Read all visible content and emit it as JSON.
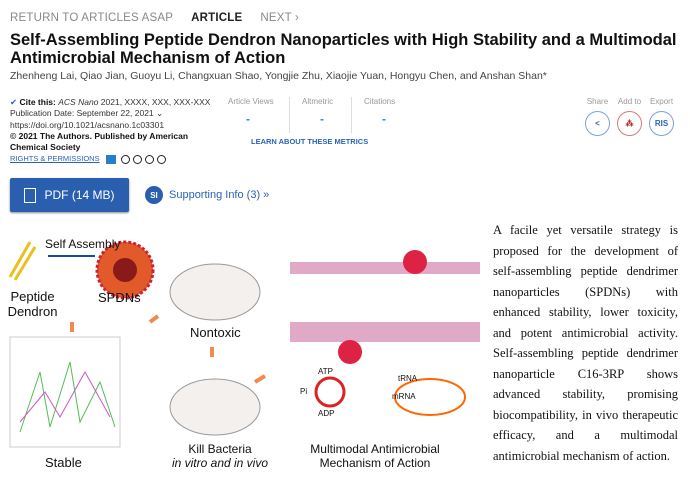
{
  "nav": {
    "back": "RETURN TO ARTICLES ASAP",
    "current": "ARTICLE",
    "next": "NEXT"
  },
  "title": "Self-Assembling Peptide Dendron Nanoparticles with High Stability and a Multimodal Antimicrobial Mechanism of Action",
  "authors": "Zhenheng Lai, Qiao Jian, Guoyu Li, Changxuan Shao, Yongjie Zhu, Xiaojie Yuan, Hongyu Chen, and Anshan Shan*",
  "cite": {
    "label": "Cite this:",
    "journal": "ACS Nano",
    "ref": "2021, XXXX, XXX, XXX-XXX",
    "pubdate": "Publication Date: September 22, 2021",
    "doi": "https://doi.org/10.1021/acsnano.1c03301",
    "copyright": "© 2021 The Authors. Published by American Chemical Society",
    "rights": "RIGHTS & PERMISSIONS"
  },
  "metrics": [
    {
      "label": "Article Views",
      "value": "-"
    },
    {
      "label": "Altmetric",
      "value": "-"
    },
    {
      "label": "Citations",
      "value": "-"
    }
  ],
  "learn": "LEARN ABOUT THESE METRICS",
  "actions": [
    {
      "label": "Share"
    },
    {
      "label": "Add to"
    },
    {
      "label": "Export",
      "text": "RIS"
    }
  ],
  "pdf": "PDF (14 MB)",
  "si": {
    "badge": "SI",
    "label": "Supporting Info (3) »"
  },
  "toc": {
    "self_assembly": "Self Assembly",
    "peptide": "Peptide Dendron",
    "spdns": "SPDNs",
    "nontoxic": "Nontoxic",
    "kill": "Kill Bacteria",
    "kill_sub": "in vitro and in vivo",
    "stable": "Stable",
    "mech": "Multimodal Antimicrobial Mechanism of Action",
    "atp": "ATP",
    "adp": "ADP",
    "pi": "Pi",
    "trna": "tRNA",
    "mrna": "mRNA"
  },
  "abstract": "A facile yet versatile strategy is proposed for the development of self-assembling peptide dendrimer nanoparticles (SPDNs) with enhanced stability, lower toxicity, and potent antimicrobial activity. Self-assembling peptide dendrimer nanoparticle C16-3RP shows advanced stability, promising biocompatibility, in vivo therapeutic efficacy, and a multimodal antimicrobial mechanism of action."
}
